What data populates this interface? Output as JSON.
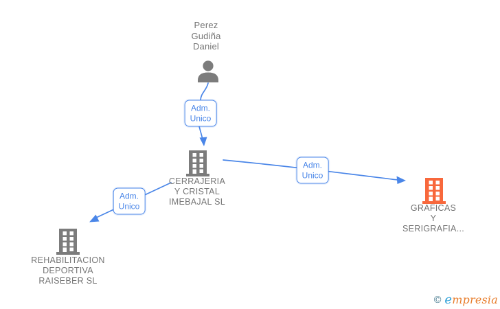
{
  "colors": {
    "edge_blue": "#4a86e8",
    "text_gray": "#757575",
    "node_gray": "#7c7c7c",
    "node_orange": "#f8683c",
    "watermark_copyright": "#4d7f93",
    "watermark_blue": "#2a9fd8",
    "watermark_orange": "#e87e2d"
  },
  "person": {
    "name": "Perez\nGudiña\nDaniel",
    "icon": "person-silhouette"
  },
  "companies": {
    "central": {
      "name": "CERRAJERIA\nY CRISTAL\nIMEBAJAL  SL",
      "icon": "building"
    },
    "left": {
      "name": "REHABILITACION\nDEPORTIVA\nRAISEBER  SL",
      "icon": "building"
    },
    "right": {
      "name": "GRAFICAS\nY\nSERIGRAFIA...",
      "icon": "building"
    }
  },
  "edges": [
    {
      "from": "Perez Gudiña Daniel",
      "to": "CERRAJERIA Y CRISTAL IMEBAJAL SL",
      "label": "Adm.\nUnico"
    },
    {
      "from": "CERRAJERIA Y CRISTAL IMEBAJAL SL",
      "to": "REHABILITACION DEPORTIVA RAISEBER SL",
      "label": "Adm.\nUnico"
    },
    {
      "from": "CERRAJERIA Y CRISTAL IMEBAJAL SL",
      "to": "GRAFICAS Y SERIGRAFIA...",
      "label": "Adm.\nUnico"
    }
  ],
  "watermark": {
    "copyright_symbol": "©",
    "brand_first_letter": "e",
    "brand_rest": "mpresia"
  }
}
